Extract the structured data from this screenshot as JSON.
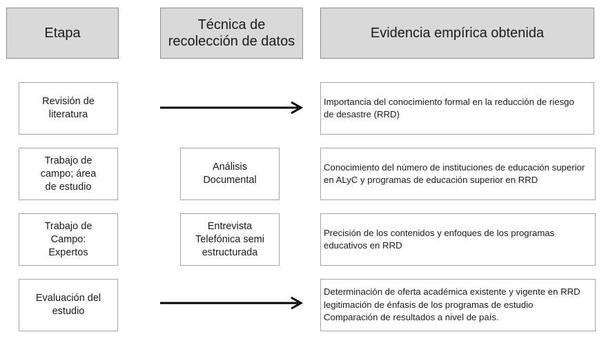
{
  "headers": {
    "etapa": "Etapa",
    "tecnica": "Técnica de\nrecolección de datos",
    "evidencia": "Evidencia empírica obtenida"
  },
  "etapas": [
    "Revisión de\nliteratura",
    "Trabajo de\ncampo; área\nde estudio",
    "Trabajo de\nCampo:\nExpertos",
    "Evaluación del\nestudio"
  ],
  "tecnicas": [
    "Análisis\nDocumental",
    "Entrevista\nTelefónica semi\nestructurada"
  ],
  "evidencias": [
    [
      "Importancia del conocimiento formal en la reducción de riesgo",
      "de desastre (RRD)"
    ],
    [
      "Conocimiento del número de instituciones de educación superior",
      "en ALyC y programas de educación superior en RRD"
    ],
    [
      "Precisión de los contenidos y enfoques de los programas",
      "educativos en RRD"
    ],
    [
      "Determinación de oferta académica existente y vigente en RRD",
      "legitimación de énfasis de los programas de estudio",
      "Comparación de resultados a nivel de país."
    ]
  ],
  "colors": {
    "header_fill": "#d9d9d9",
    "header_border": "#8c8c8c",
    "box_border": "#a6a6a6",
    "arrow": "#000000"
  }
}
